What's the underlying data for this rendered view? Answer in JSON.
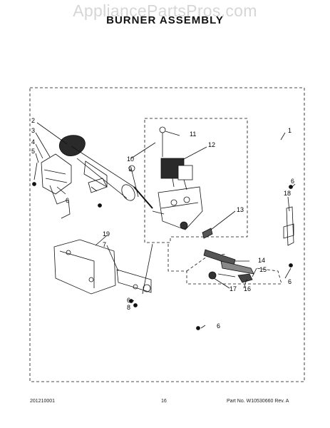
{
  "header": {
    "watermark": "AppliancePartsPros.com",
    "title": "BURNER ASSEMBLY"
  },
  "callouts": [
    "1",
    "2",
    "3",
    "4",
    "5",
    "6",
    "6",
    "6",
    "6",
    "6",
    "6",
    "7",
    "8",
    "9",
    "10",
    "11",
    "12",
    "13",
    "14",
    "15",
    "16",
    "17",
    "18",
    "19"
  ],
  "footer": {
    "left": "201210001",
    "center": "16",
    "right": "Part No. W10530660  Rev. A"
  }
}
